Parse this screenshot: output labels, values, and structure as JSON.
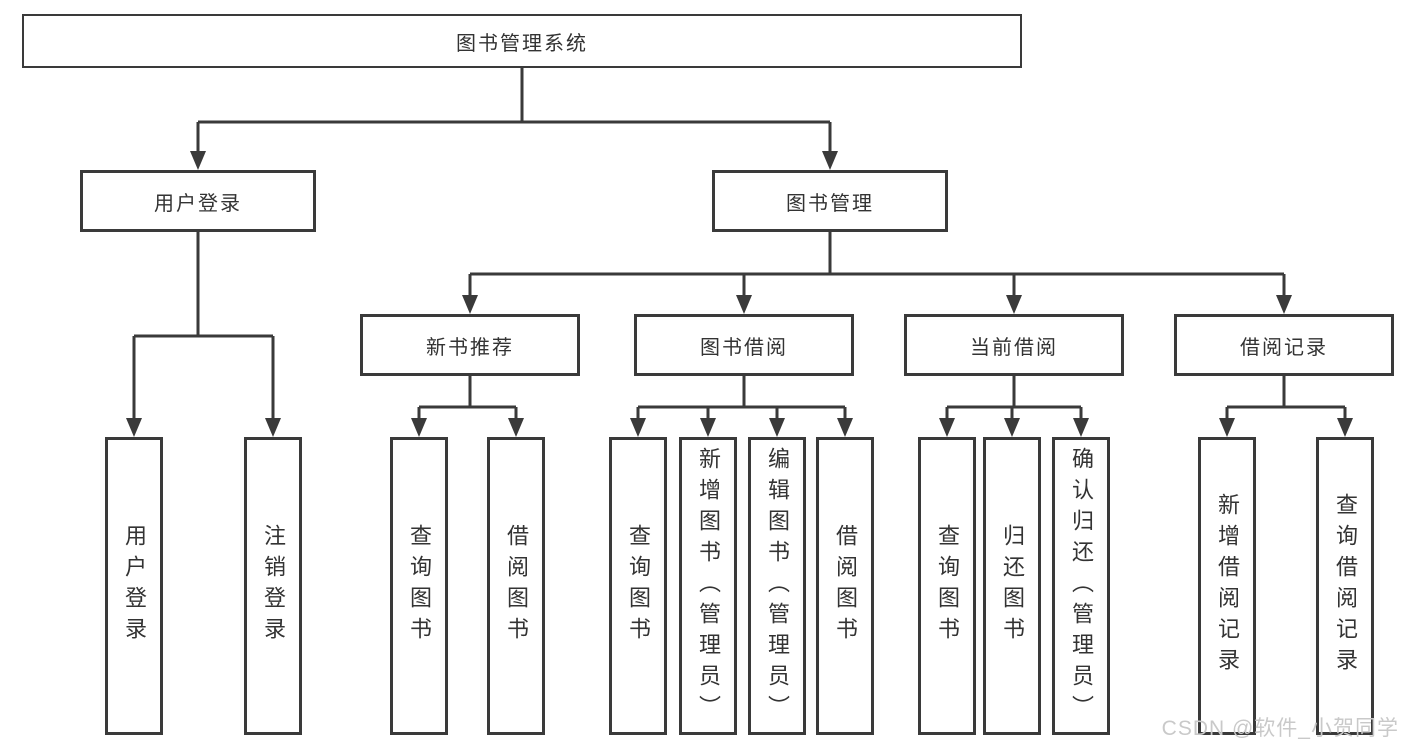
{
  "diagram": {
    "root": {
      "label": "图书管理系统"
    },
    "level2": {
      "user_login": {
        "label": "用户登录"
      },
      "book_mgmt": {
        "label": "图书管理"
      }
    },
    "level3": {
      "new_books": {
        "label": "新书推荐"
      },
      "borrowing": {
        "label": "图书借阅"
      },
      "current": {
        "label": "当前借阅"
      },
      "records": {
        "label": "借阅记录"
      }
    },
    "leaves": {
      "user_login": {
        "login": "用户登录",
        "logout": "注销登录"
      },
      "new_books": {
        "query": "查询图书",
        "borrow": "借阅图书"
      },
      "borrowing": {
        "query": "查询图书",
        "add": "新增图书（管理员）",
        "edit": "编辑图书（管理员）",
        "borrow": "借阅图书"
      },
      "current": {
        "query": "查询图书",
        "return": "归还图书",
        "confirm": "确认归还（管理员）"
      },
      "records": {
        "add": "新增借阅记录",
        "query": "查询借阅记录"
      }
    }
  },
  "watermark": {
    "text": "CSDN @软件_小贺同学"
  },
  "colors": {
    "line": "#3a3a3a",
    "text": "#333333",
    "box_bg": "#ffffff",
    "watermark": "#c9c9c9"
  }
}
